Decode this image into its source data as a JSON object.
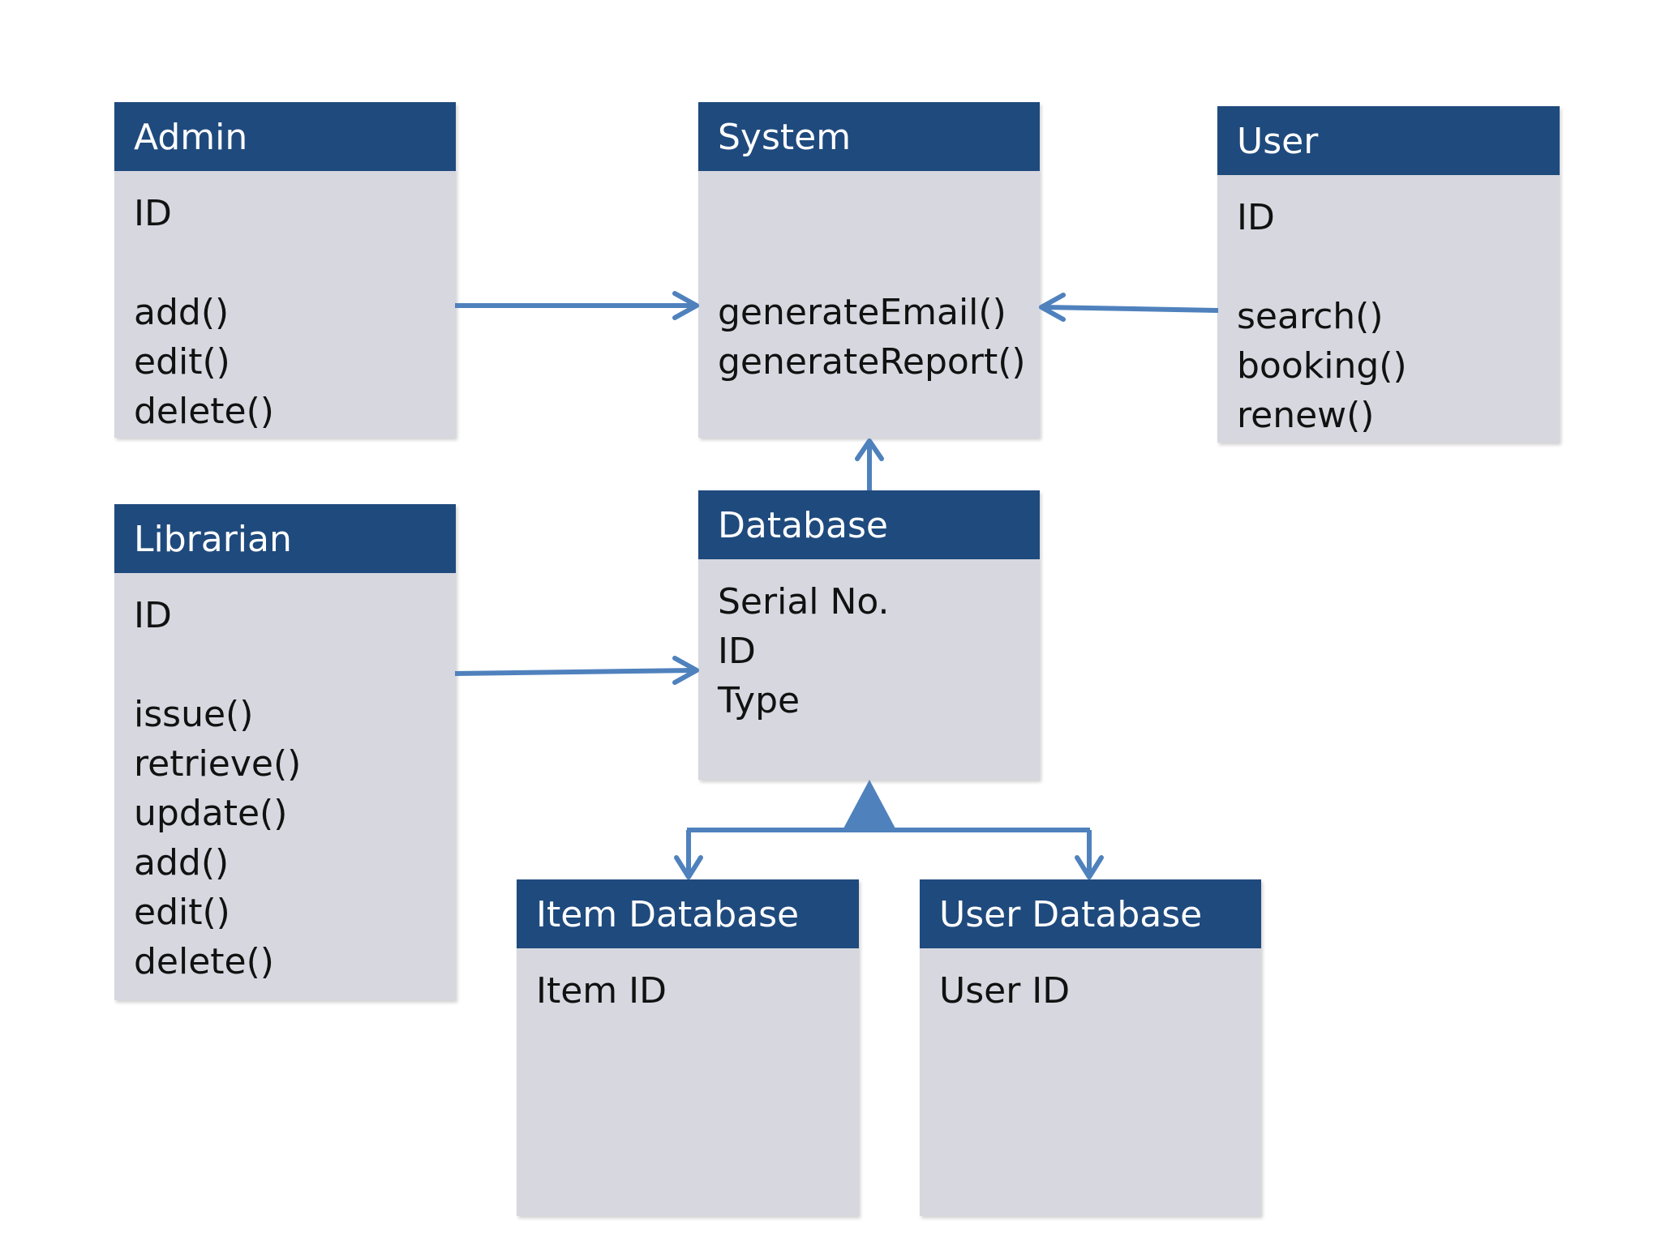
{
  "classes": {
    "admin": {
      "name": "Admin",
      "attributes": [
        "ID"
      ],
      "methods": [
        "add()",
        "edit()",
        "delete()"
      ]
    },
    "system": {
      "name": "System",
      "attributes": [],
      "methods": [
        "generateEmail()",
        "generateReport()"
      ]
    },
    "user": {
      "name": "User",
      "attributes": [
        "ID"
      ],
      "methods": [
        "search()",
        "booking()",
        "renew()"
      ]
    },
    "librarian": {
      "name": "Librarian",
      "attributes": [
        "ID"
      ],
      "methods": [
        "issue()",
        "retrieve()",
        "update()",
        "add()",
        "edit()",
        "delete()"
      ]
    },
    "database": {
      "name": "Database",
      "attributes": [
        "Serial No.",
        "ID",
        "Type"
      ],
      "methods": []
    },
    "item_database": {
      "name": "Item Database",
      "attributes": [
        "Item ID"
      ],
      "methods": []
    },
    "user_database": {
      "name": "User Database",
      "attributes": [
        "User ID"
      ],
      "methods": []
    }
  },
  "colors": {
    "header": "#1f4a7d",
    "body": "#d6d7df",
    "connector": "#4f81bd"
  }
}
